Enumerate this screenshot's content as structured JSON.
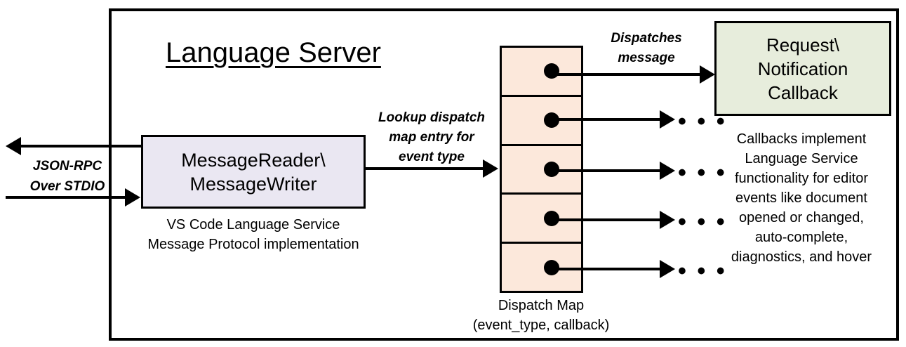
{
  "diagram": {
    "title": "Language Server",
    "frame_name": "Language Server boundary"
  },
  "message_box": {
    "line1": "MessageReader\\",
    "line2": "MessageWriter",
    "caption_line1": "VS Code Language Service",
    "caption_line2": "Message Protocol implementation",
    "fill_color": "#EAE7F2"
  },
  "transport": {
    "label_line1": "JSON-RPC",
    "label_line2": "Over STDIO",
    "outbound_arrow": "arrow-left-out",
    "inbound_arrow": "arrow-right-in"
  },
  "lookup": {
    "label_line1": "Lookup dispatch",
    "label_line2": "map entry for",
    "label_line3": "event type"
  },
  "dispatch_map": {
    "caption_line1": "Dispatch Map",
    "caption_line2": "(event_type, callback)",
    "fill_color": "#FCE8DB",
    "rows": [
      {
        "dot": "●"
      },
      {
        "dot": "●"
      },
      {
        "dot": "●"
      },
      {
        "dot": "●"
      },
      {
        "dot": "●"
      }
    ]
  },
  "dispatch_edge": {
    "label_line1": "Dispatches",
    "label_line2": "message"
  },
  "callback_box": {
    "line1": "Request\\",
    "line2": "Notification",
    "line3": "Callback",
    "fill_color": "#E7EDDC",
    "caption_line1": "Callbacks implement",
    "caption_line2": "Language Service",
    "caption_line3": "functionality for editor",
    "caption_line4": "events like document",
    "caption_line5": "opened or changed,",
    "caption_line6": "auto-complete,",
    "caption_line7": "diagnostics, and hover"
  },
  "ellipses": {
    "glyph": "• • •",
    "count": 4
  }
}
